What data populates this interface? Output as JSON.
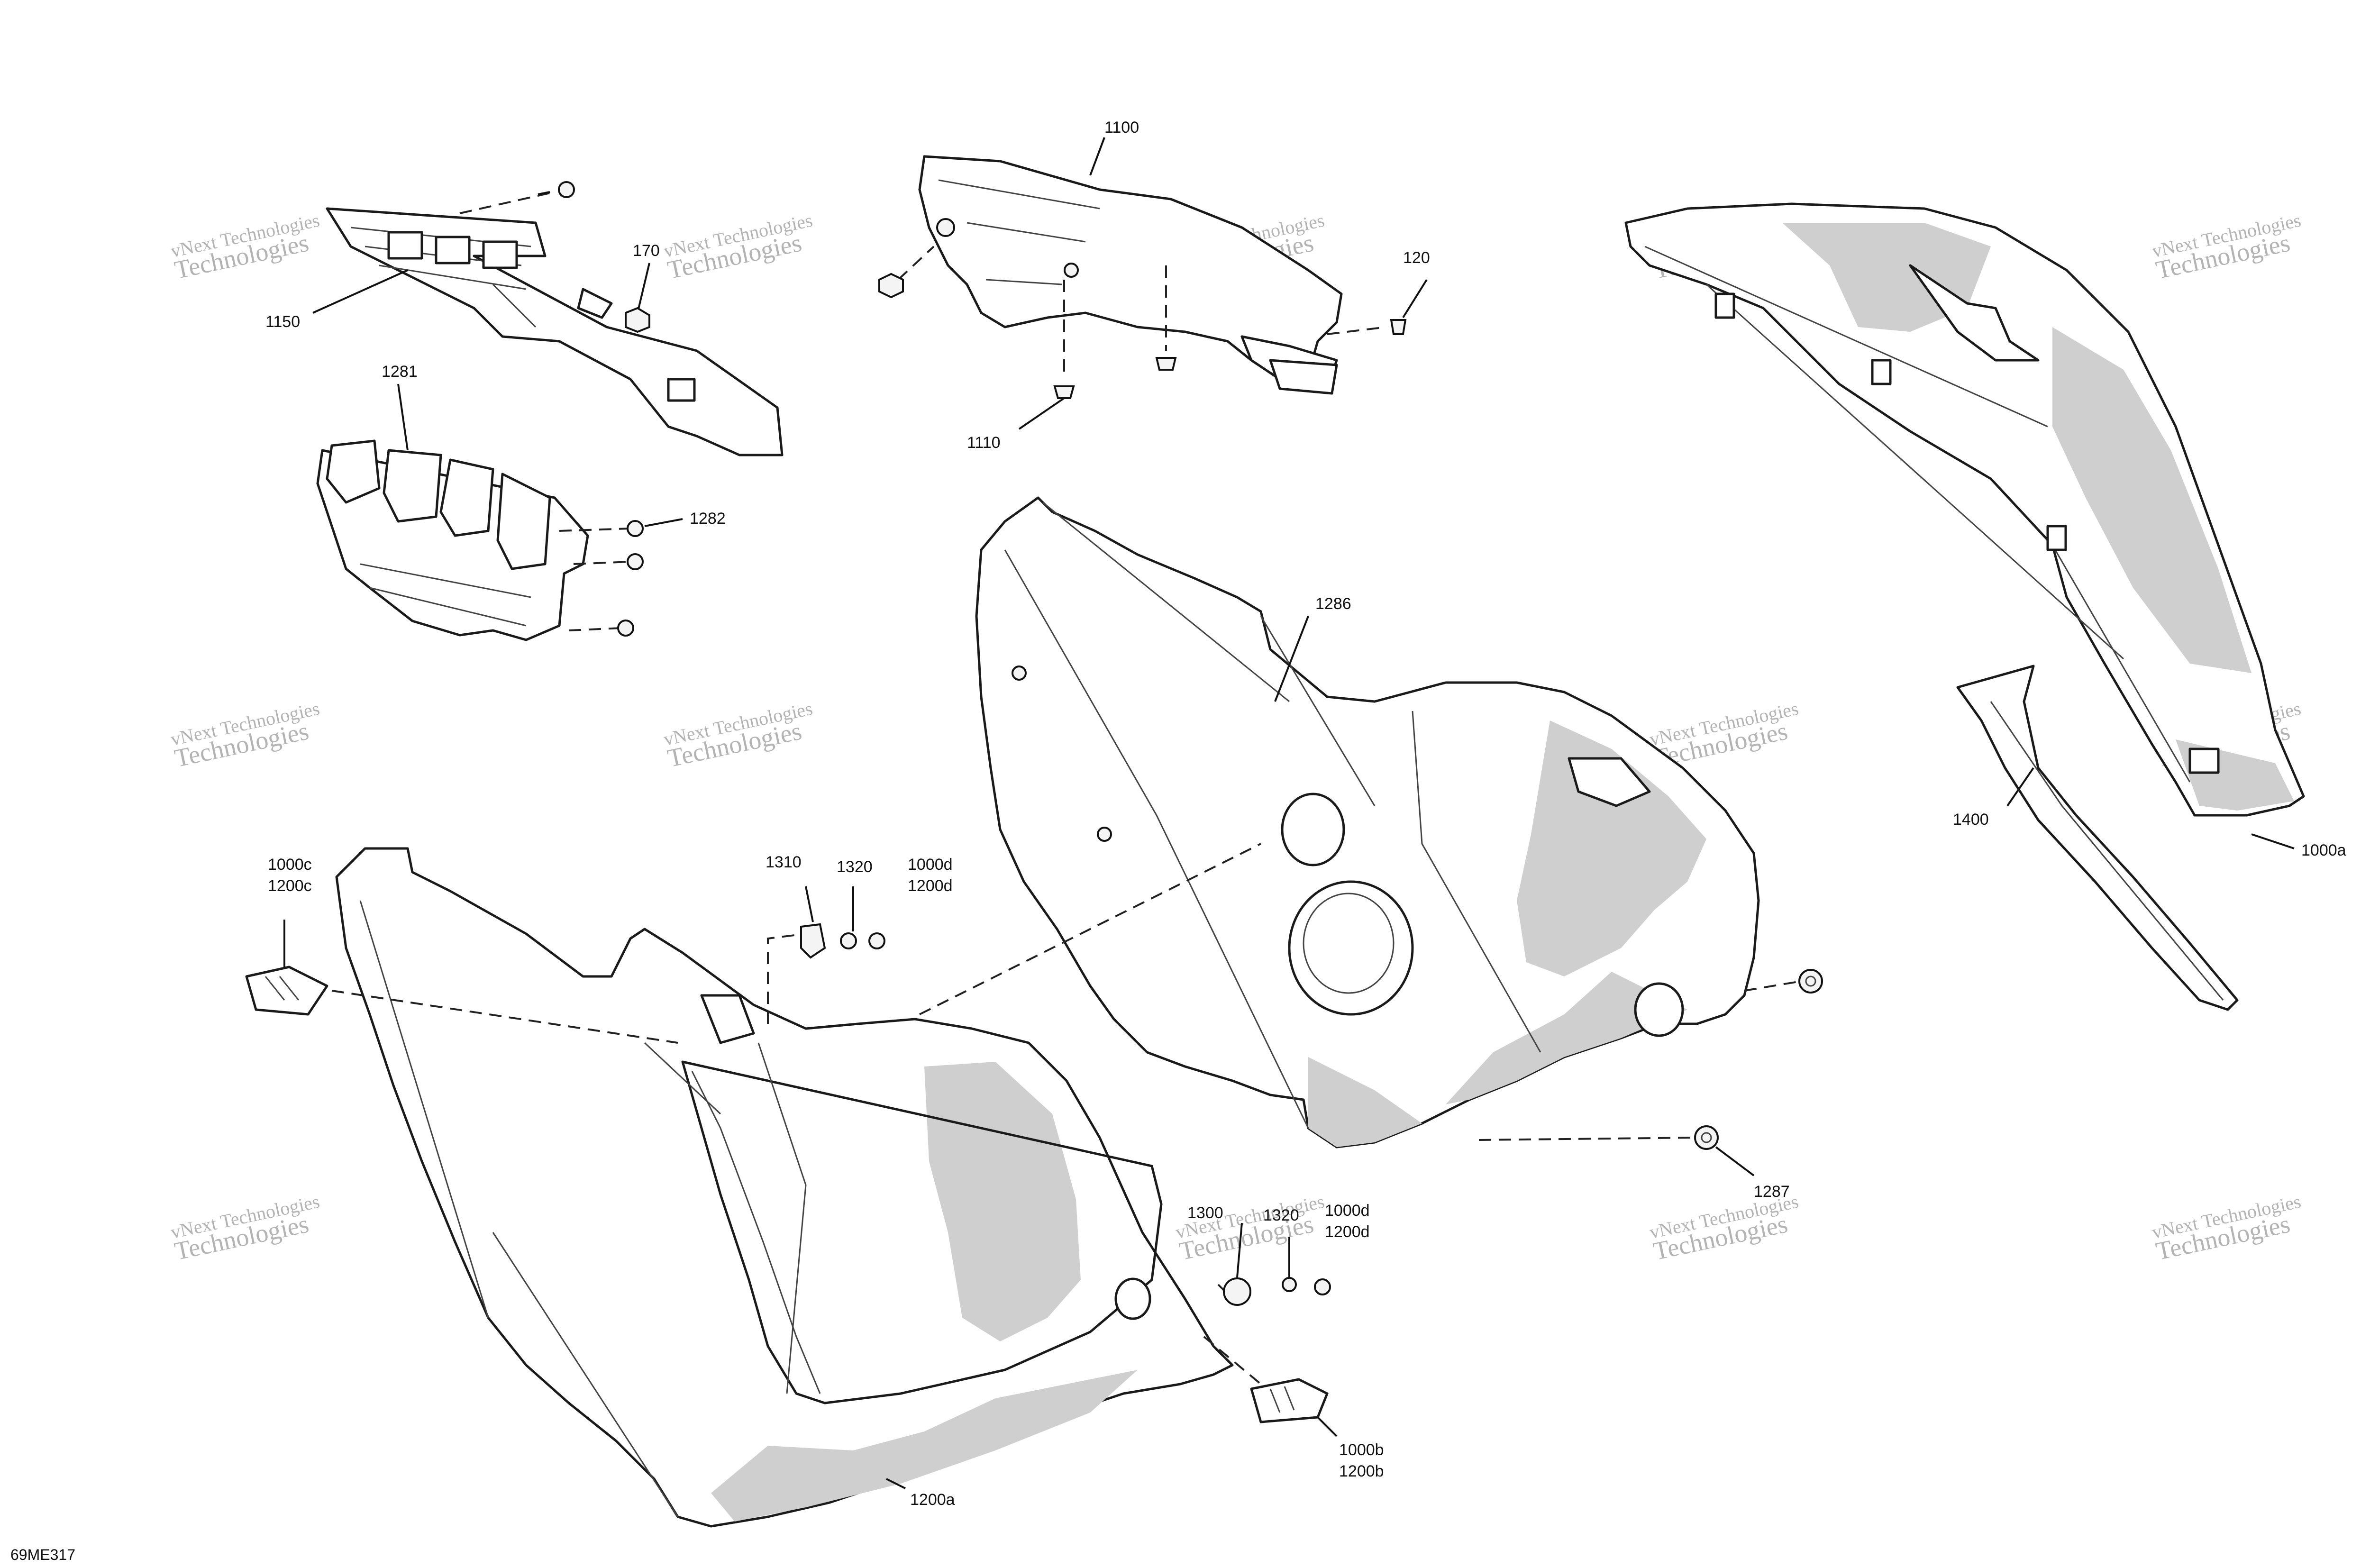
{
  "diagram": {
    "code": "69ME317",
    "watermark": {
      "line1": "vNext Technologies",
      "line2": "Technologies"
    },
    "callouts": {
      "p1100": "1100",
      "p120": "120",
      "p1110": "1110",
      "p170": "170",
      "p1150": "1150",
      "p1281": "1281",
      "p1282": "1282",
      "p1286": "1286",
      "p1000c": "1000c",
      "p1200c": "1200c",
      "p1310": "1310",
      "p1320a": "1320",
      "p1000d_a": "1000d",
      "p1200d_a": "1200d",
      "p1400": "1400",
      "p1000a": "1000a",
      "p1287": "1287",
      "p1300": "1300",
      "p1320b": "1320",
      "p1000d_b": "1000d",
      "p1200d_b": "1200d",
      "p1000b": "1000b",
      "p1200b": "1200b",
      "p1200a": "1200a"
    }
  }
}
